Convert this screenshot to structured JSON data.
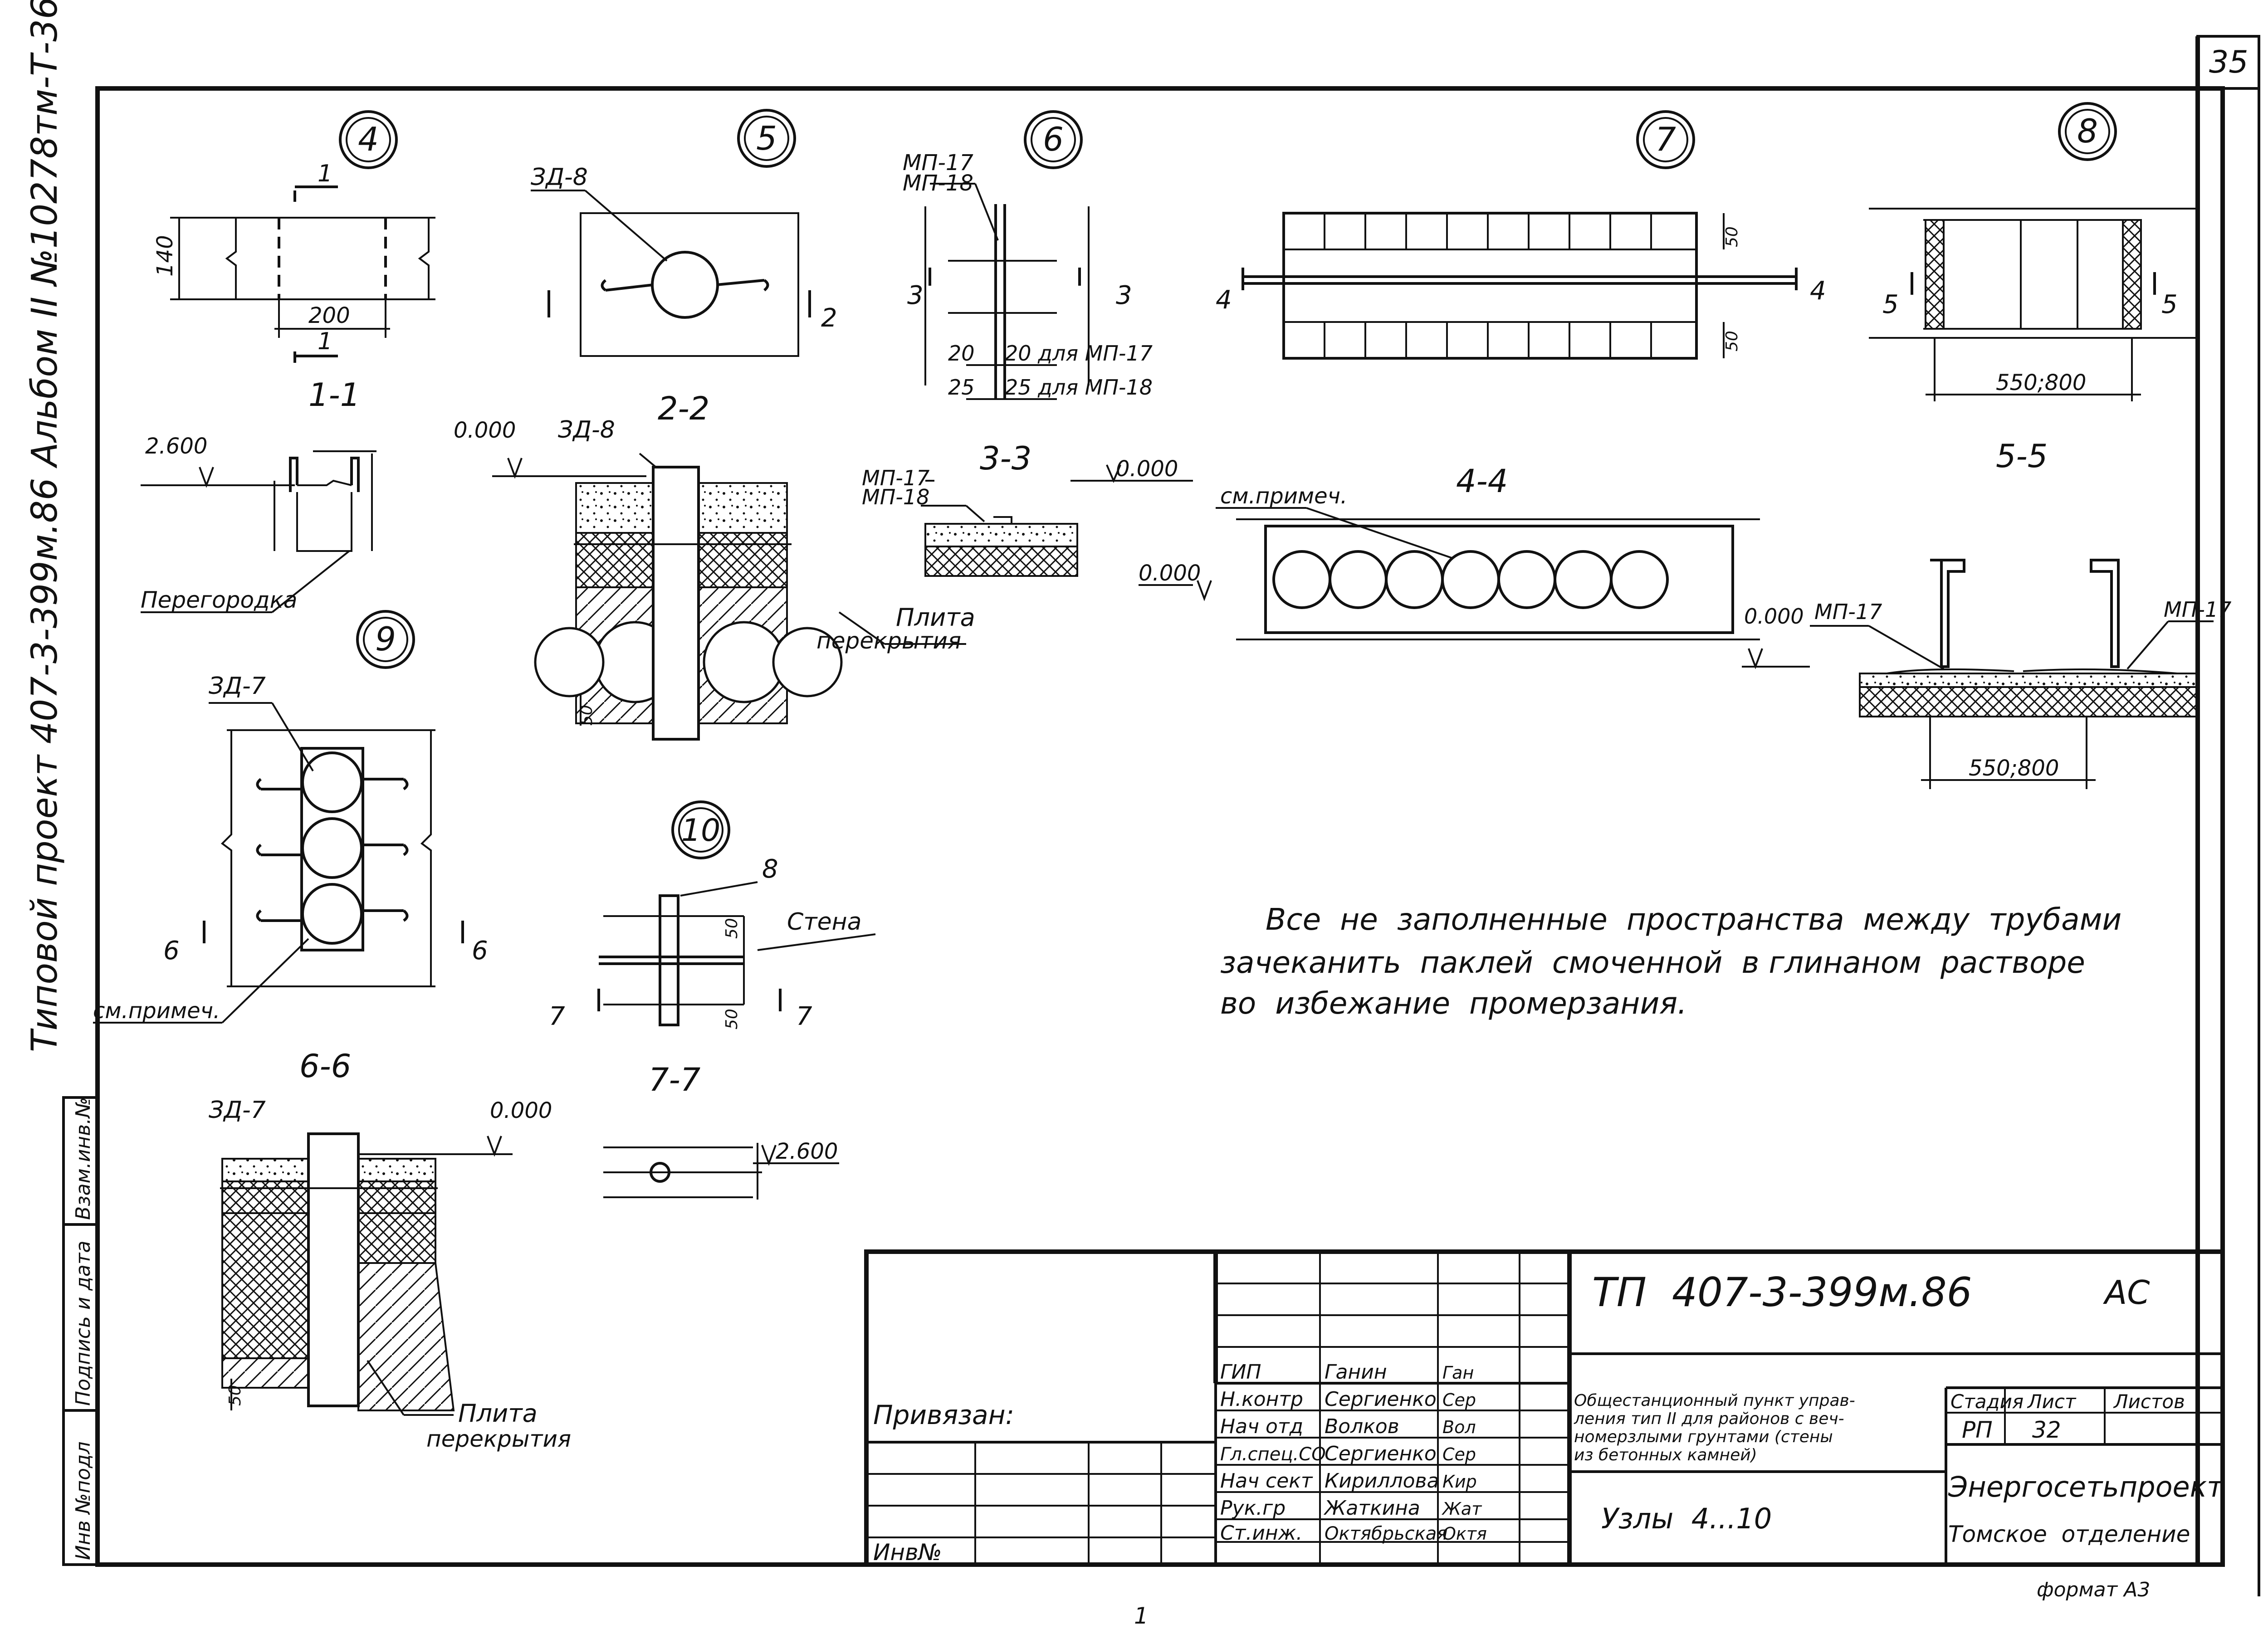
{
  "sheet_number": "35",
  "side_title": "Типовой  проект  407-3-399м.86  Альбом II  №10278тм-Т-36",
  "margin_stamp": [
    "Инв №подл",
    "Подпись и дата",
    "Взам.инв.№"
  ],
  "nodes": {
    "n4": {
      "circle": "4",
      "marker_top": "1",
      "marker_bottom": "1",
      "dim_h": "140",
      "dim_w": "200",
      "section": "1-1",
      "level": "2.600",
      "label": "Перегородка"
    },
    "n5": {
      "circle": "5",
      "part": "ЗД-8",
      "marker": "2",
      "section": "2-2",
      "level": "0.000",
      "part_section": "ЗД-8",
      "slab_label_1": "Плита",
      "slab_label_2": "перекрытия",
      "dim": "50"
    },
    "n6": {
      "circle": "6",
      "part_1": "МП-17",
      "part_2": "МП-18",
      "marker": "3",
      "dim_a": "20",
      "dim_b": "20 для МП-17",
      "dim_c": "25",
      "dim_d": "25 для МП-18",
      "section": "3-3",
      "level": "0.000",
      "sec_part_1": "МП-17",
      "sec_part_2": "МП-18"
    },
    "n7": {
      "circle": "7",
      "marker": "4",
      "dim_top": "50",
      "dim_bottom": "50",
      "section": "4-4",
      "note_ref": "см.примеч.",
      "level": "0.000"
    },
    "n8": {
      "circle": "8",
      "marker": "5",
      "dim": "550;800",
      "section": "5-5",
      "level": "0.000",
      "part_l": "МП-17",
      "part_r": "МП-17",
      "dim_sec": "550;800"
    },
    "n9": {
      "circle": "9",
      "part": "ЗД-7",
      "marker": "6",
      "note_ref": "см.примеч.",
      "section": "6-6",
      "part_section": "ЗД-7",
      "level": "0.000",
      "slab_label_1": "Плита",
      "slab_label_2": "перекрытия",
      "dim": "50"
    },
    "n10": {
      "circle": "10",
      "ref": "8",
      "wall": "Стена",
      "dim_top": "50",
      "dim_bottom": "50",
      "marker": "7",
      "section": "7-7",
      "level": "2.600"
    }
  },
  "note_lines": [
    "Все  не  заполненные  пространства  между  трубами",
    "зачеканить  паклей  смоченной  в глинаном  растворе",
    "во  избежание  промерзания."
  ],
  "title_block": {
    "code": "ТП  407-3-399м.86",
    "mark": "АС",
    "bound_label": "Привязан:",
    "inv_label": "Инв№",
    "roles": [
      {
        "role": "ГИП",
        "name": "Ганин",
        "sign": "Ган"
      },
      {
        "role": "Н.контр",
        "name": "Сергиенко",
        "sign": "Сер"
      },
      {
        "role": "Нач отд",
        "name": "Волков",
        "sign": "Вол"
      },
      {
        "role": "Гл.спец.СО",
        "name": "Сергиенко",
        "sign": "Сер"
      },
      {
        "role": "Нач сект",
        "name": "Кириллова",
        "sign": "Кир"
      },
      {
        "role": "Рук.гр",
        "name": "Жаткина",
        "sign": "Жат"
      },
      {
        "role": "Ст.инж.",
        "name": "Октябрьская",
        "sign": "Октя"
      }
    ],
    "object": [
      "Общестанционный пункт управ-",
      "ления тип II для районов с веч-",
      "номерзлыми грунтами (стены",
      "из бетонных камней)"
    ],
    "stage_label": "Стадия",
    "sheet_label": "Лист",
    "sheets_label": "Листов",
    "stage": "РП",
    "sheet": "32",
    "drawing": "Узлы  4...10",
    "org_1": "Энергосетьпроект",
    "org_2": "Томское  отделение",
    "format": "формат А3"
  },
  "footer_mark": "1"
}
